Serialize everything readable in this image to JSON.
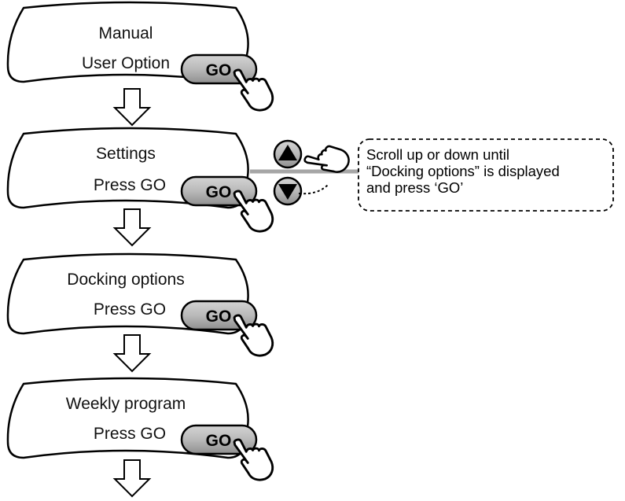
{
  "steps": [
    {
      "line1": "Manual",
      "line2": "User Option",
      "button": "GO"
    },
    {
      "line1": "Settings",
      "line2": "Press GO",
      "button": "GO"
    },
    {
      "line1": "Docking options",
      "line2": "Press GO",
      "button": "GO"
    },
    {
      "line1": "Weekly program",
      "line2": "Press GO",
      "button": "GO"
    }
  ],
  "note": {
    "lines": [
      "Scroll up or down until",
      "“Docking options” is displayed",
      "and press ‘GO’"
    ]
  },
  "icons": [
    "down-arrow-icon",
    "hand-pointer-icon",
    "scroll-up-button",
    "scroll-down-button"
  ],
  "colors": {
    "button_fill": "#b9b9b9",
    "connector": "#a6a6a6",
    "outline": "#000000"
  }
}
